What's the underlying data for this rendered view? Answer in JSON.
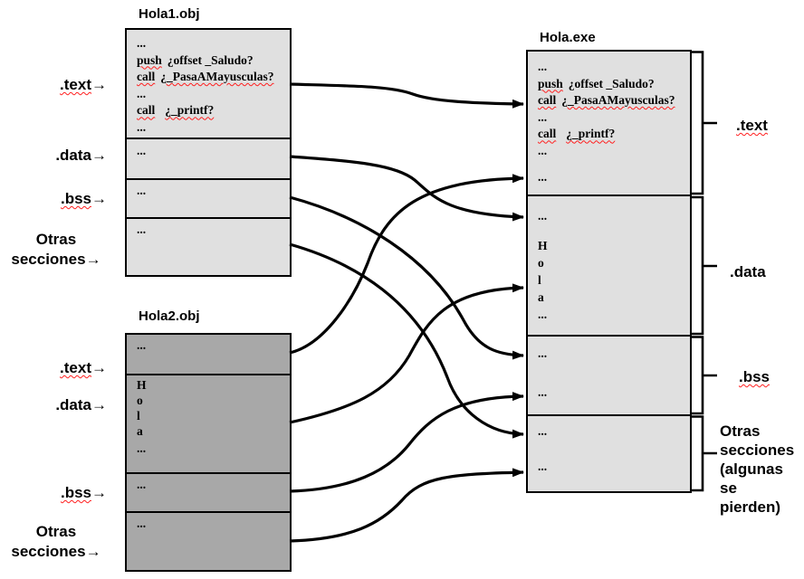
{
  "titles": {
    "hola1": "Hola1.obj",
    "hola2": "Hola2.obj",
    "exe": "Hola.exe"
  },
  "labels": {
    "left": {
      "text": {
        "name": ".text",
        "arrow": "→"
      },
      "data": {
        "name": ".data",
        "arrow": "→"
      },
      "bss": {
        "name": ".bss",
        "arrow": "→"
      },
      "otras": {
        "line1": "Otras",
        "line2": "secciones",
        "arrow": "→"
      }
    },
    "right": {
      "text": ".text",
      "data": ".data",
      "bss": ".bss",
      "otras": "Otras\nsecciones\n(algunas\n se\npierden)"
    }
  },
  "code": {
    "dots": "...",
    "push": {
      "kw": "push",
      "rest": "¿offset _Saludo?"
    },
    "call1": {
      "kw": "call",
      "arg": "¿_PasaAMayusculas?"
    },
    "call2": {
      "kw": "call",
      "arg": "¿_printf?"
    },
    "hola": {
      "l1": "H",
      "l2": "o",
      "l3": "l",
      "l4": "a"
    }
  },
  "connections": [
    {
      "from": "Hola1.obj .text",
      "to": "Hola.exe .text"
    },
    {
      "from": "Hola1.obj .data",
      "to": "Hola.exe .data"
    },
    {
      "from": "Hola1.obj .bss",
      "to": "Hola.exe .bss"
    },
    {
      "from": "Hola1.obj otras secciones",
      "to": "Hola.exe otras secciones"
    },
    {
      "from": "Hola2.obj .text",
      "to": "Hola.exe .text"
    },
    {
      "from": "Hola2.obj .data",
      "to": "Hola.exe .data"
    },
    {
      "from": "Hola2.obj .bss",
      "to": "Hola.exe .bss"
    },
    {
      "from": "Hola2.obj otras secciones",
      "to": "Hola.exe otras secciones"
    }
  ],
  "colors": {
    "obj_light_fill": "#e0e0e0",
    "obj_dark_fill": "#a8a8a8",
    "exe_fill": "#e0e0e0",
    "line": "#000000",
    "spellcheck_squiggle": "#ff1f1f",
    "background": "#ffffff"
  }
}
